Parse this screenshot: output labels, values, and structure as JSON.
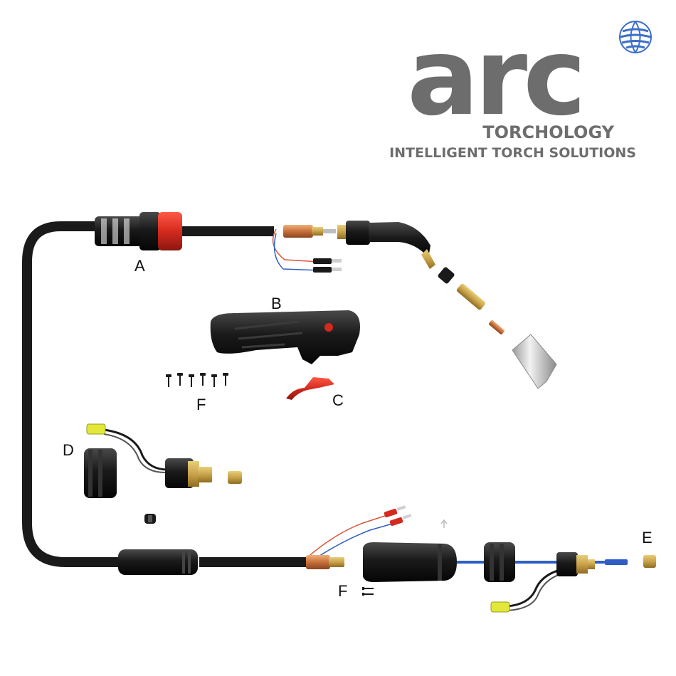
{
  "brand": {
    "logo_word": "arc",
    "subtitle": "TORCHOLOGY",
    "tagline": "INTELLIGENT TORCH SOLUTIONS",
    "globe_icon": "globe-icon"
  },
  "labels": {
    "a": "A",
    "b": "B",
    "c": "C",
    "d": "D",
    "e": "E",
    "f_top": "F",
    "f_bottom": "F"
  },
  "colors": {
    "cable": "#1a1a1a",
    "accent_red": "#d42a1e",
    "brass": "#c9a24a",
    "copper": "#c8703a",
    "blue_liner": "#2f5fc4",
    "yellow_terminal": "#e2e83a",
    "logo_grey": "#6d6d6d",
    "globe_blue": "#3d6fc9"
  }
}
